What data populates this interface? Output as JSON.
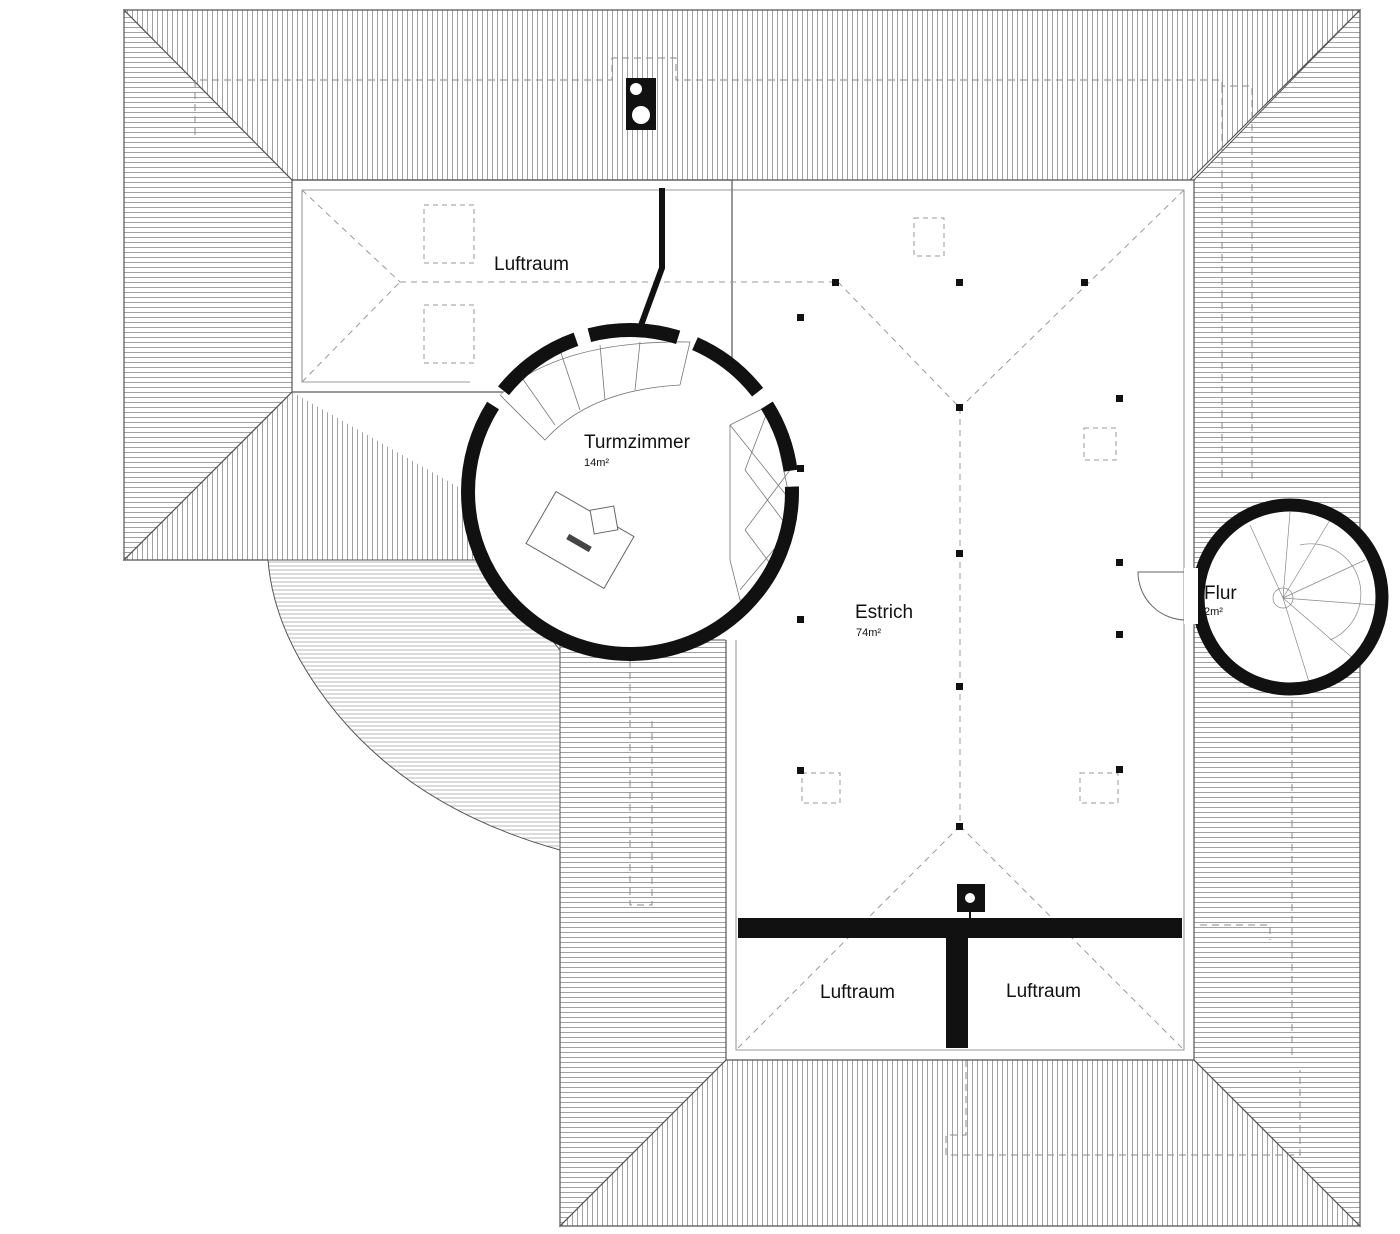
{
  "rooms": {
    "luftraum_north": {
      "name": "Luftraum"
    },
    "turmzimmer": {
      "name": "Turmzimmer",
      "area": "14m²"
    },
    "estrich": {
      "name": "Estrich",
      "area": "74m²"
    },
    "flur": {
      "name": "Flur",
      "area": "2m²"
    },
    "luftraum_south_left": {
      "name": "Luftraum"
    },
    "luftraum_south_right": {
      "name": "Luftraum"
    }
  },
  "colors": {
    "wall": "#111111",
    "roof_hatch": "#8a8a8a",
    "outline": "#555555",
    "background": "#ffffff"
  }
}
